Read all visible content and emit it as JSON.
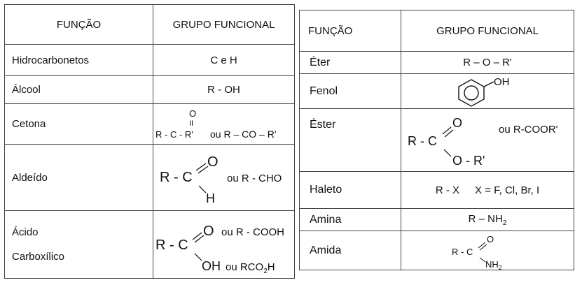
{
  "left_table": {
    "headers": {
      "function": "FUNÇÃO",
      "group": "GRUPO FUNCIONAL"
    },
    "rows": {
      "hidrocarbonetos": {
        "function": "Hidrocarbonetos",
        "group": "C e H"
      },
      "alcool": {
        "function": "Álcool",
        "group": "R - OH"
      },
      "cetona": {
        "function": "Cetona",
        "o": "O",
        "bond": "II",
        "formula": "R - C - R'",
        "alt": "ou R – CO – R'"
      },
      "aldeido": {
        "function": "Aldeído",
        "r": "R - C",
        "o": "O",
        "h": "H",
        "alt": "ou R - CHO"
      },
      "acido": {
        "function_line1": "Ácido",
        "function_line2": "Carboxílico",
        "r": "R - C",
        "o": "O",
        "oh": "OH",
        "alt1": "ou R - COOH",
        "alt2_main": "ou RCO",
        "alt2_sub": "2",
        "alt2_end": "H"
      }
    }
  },
  "right_table": {
    "headers": {
      "function": "FUNÇÃO",
      "group": "GRUPO FUNCIONAL"
    },
    "rows": {
      "eter": {
        "function": "Éter",
        "group": "R – O – R'"
      },
      "fenol": {
        "function": "Fenol",
        "oh": "OH"
      },
      "ester": {
        "function": "Éster",
        "r": "R - C",
        "o": "O",
        "or": "O - R'",
        "alt": "ou R-COOR'"
      },
      "haleto": {
        "function": "Haleto",
        "formula": "R - X",
        "x": "X = F, Cl, Br, I"
      },
      "amina": {
        "function": "Amina",
        "main": "R – NH",
        "sub": "2"
      },
      "amida": {
        "function": "Amida",
        "r": "R - C",
        "o": "O",
        "nh": "NH",
        "sub": "2"
      }
    }
  }
}
